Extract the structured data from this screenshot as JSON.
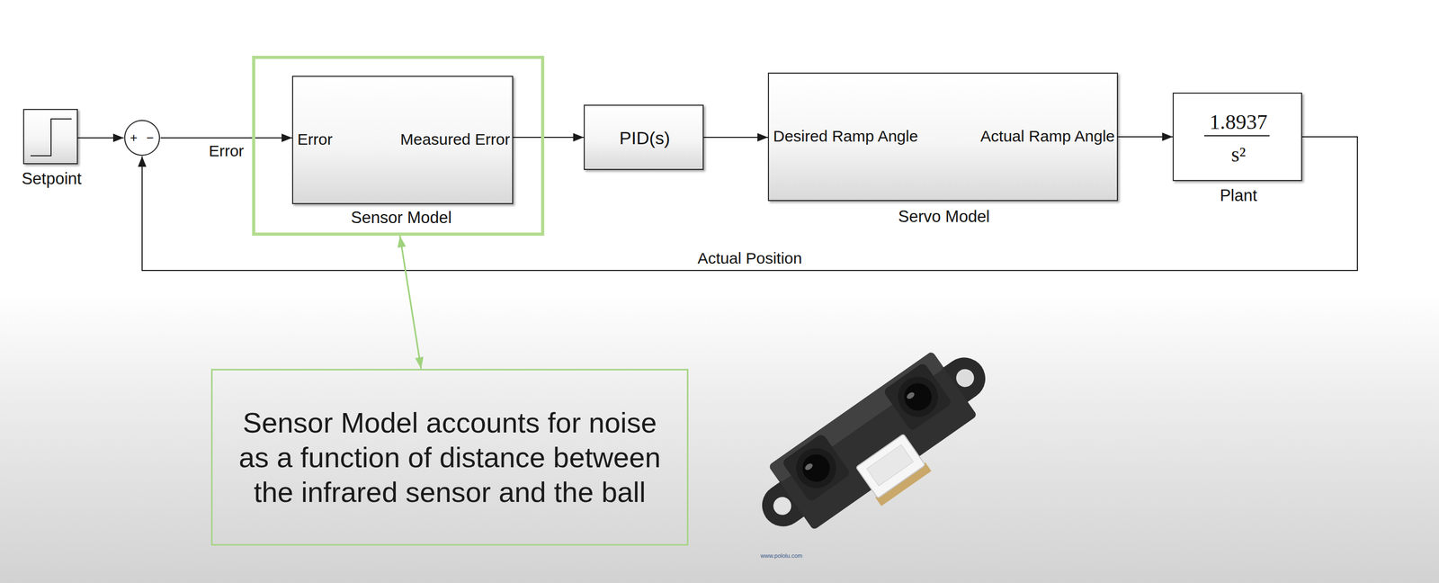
{
  "diagram": {
    "nodes": [
      {
        "text": [
          "Setpoint"
        ]
      },
      {
        "text": [
          "+",
          "−"
        ]
      },
      {
        "text": [
          "Sensor Model"
        ]
      },
      {
        "text": [
          "Error",
          "Measured Error"
        ],
        "in": 2
      },
      {
        "text": [
          "PID(s)"
        ]
      },
      {
        "text": [
          "Desired Ramp Angle",
          "Actual Ramp Angle",
          "Servo Model"
        ]
      },
      {
        "text": [
          "1.8937",
          "s²",
          "Plant"
        ]
      },
      {
        "text": [
          "Sensor Model accounts for noise as a function of distance between the infrared sensor and the ball"
        ]
      }
    ],
    "edges": [
      {
        "from": 0,
        "to": 1,
        "arrow": "to"
      },
      {
        "from": 1,
        "to": 3,
        "label": "Error",
        "arrow": "to"
      },
      {
        "from": 3,
        "to": 4,
        "arrow": "to"
      },
      {
        "from": 4,
        "to": 5,
        "arrow": "to"
      },
      {
        "from": 5,
        "to": 6,
        "arrow": "to"
      },
      {
        "from": 6,
        "to": 1,
        "label": "Actual Position",
        "arrow": "to"
      },
      {
        "from": 7,
        "to": 2,
        "arrow": "both"
      }
    ],
    "labels": [
      "www.pololu.com"
    ]
  }
}
